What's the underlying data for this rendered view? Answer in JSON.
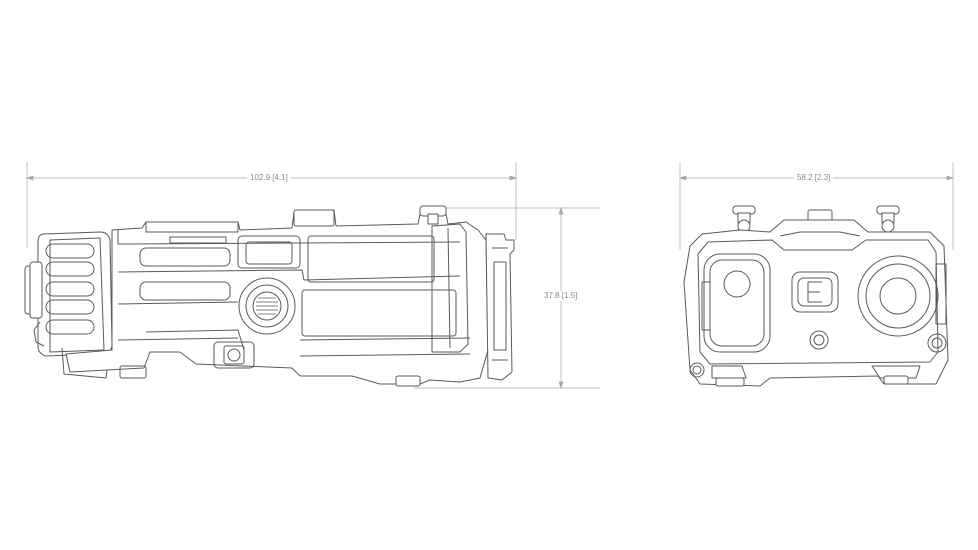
{
  "drawing": {
    "line_color": "#555555",
    "dimension_color": "#9a9a9a",
    "background": "#ffffff"
  },
  "dimensions": {
    "side_length": "102.9 [4.1]",
    "front_width": "58.2 [2.3]",
    "height": "37.8 [1.5]"
  }
}
